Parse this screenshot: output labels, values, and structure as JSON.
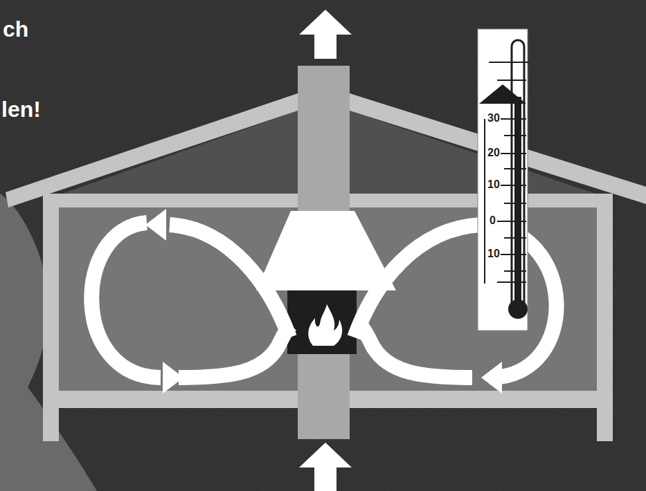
{
  "diagram": {
    "labels": [
      "ch",
      "len!",
      "30",
      "20",
      "10",
      "0",
      "10"
    ]
  }
}
